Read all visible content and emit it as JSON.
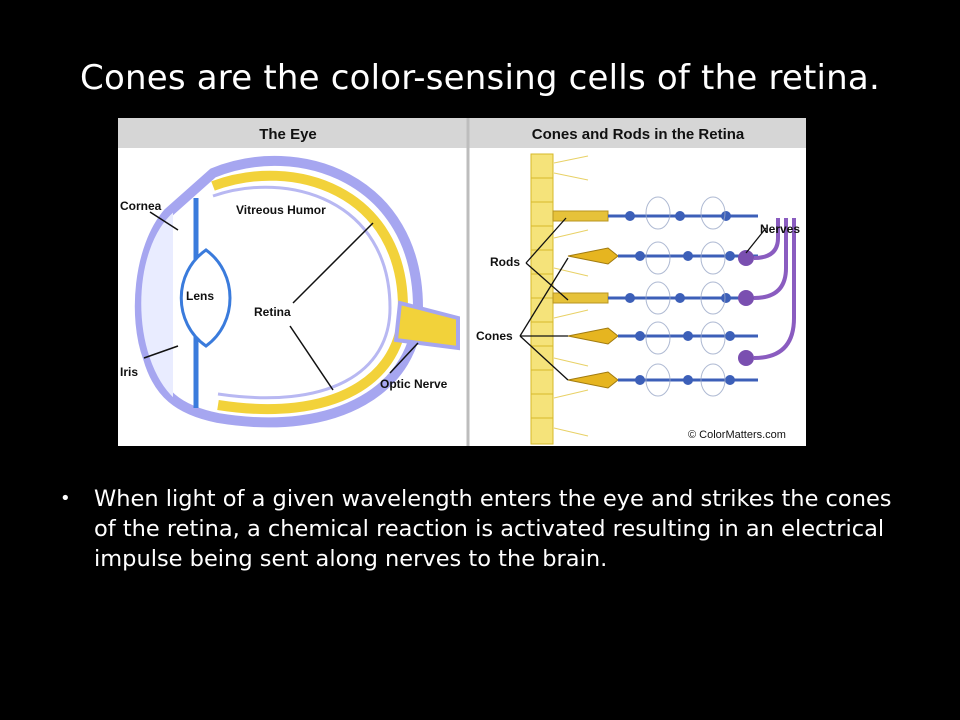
{
  "slide": {
    "title": "Cones are the color-sensing cells of the retina."
  },
  "figure": {
    "left_panel_title": "The Eye",
    "right_panel_title": "Cones and Rods in the Retina",
    "labels": {
      "cornea": "Cornea",
      "vitreous_humor": "Vitreous Humor",
      "lens": "Lens",
      "retina": "Retina",
      "iris": "Iris",
      "optic_nerve": "Optic Nerve",
      "rods": "Rods",
      "cones": "Cones",
      "nerves": "Nerves"
    },
    "credit": "© ColorMatters.com",
    "colors": {
      "retina_yellow": "#f2d23a",
      "eye_blue": "#9e9ef0",
      "nerve_purple": "#7a4fb0",
      "cell_blue": "#3c5fb8"
    }
  },
  "bullets": [
    {
      "marker": "•",
      "text": "When light of a given wavelength enters the eye and strikes the cones of the retina, a chemical reaction is activated resulting in an electrical impulse being sent along nerves to the brain."
    }
  ]
}
